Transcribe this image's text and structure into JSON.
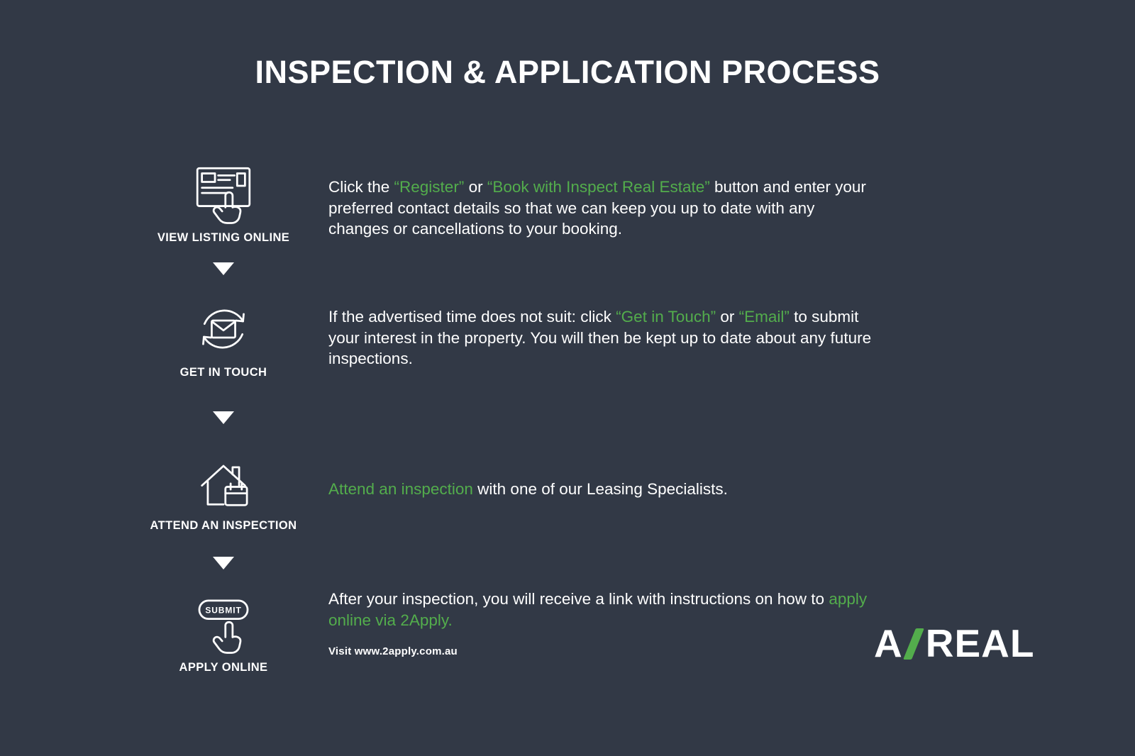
{
  "page": {
    "title": "INSPECTION & APPLICATION PROCESS",
    "background_color": "#323946",
    "accent_green": "#53AD4C",
    "text_color": "#FFFFFF"
  },
  "steps": [
    {
      "label": "VIEW LISTING ONLINE",
      "icon": "listing-online-cursor-icon",
      "segments": [
        {
          "text": "Click the "
        },
        {
          "text": "“Register”",
          "green": true
        },
        {
          "text": " or "
        },
        {
          "text": "“Book with Inspect Real Estate”",
          "green": true
        },
        {
          "text": " button and enter your preferred contact details so that we can keep you up to date with any changes or cancellations to your booking."
        }
      ]
    },
    {
      "label": "GET IN TOUCH",
      "icon": "email-refresh-icon",
      "segments": [
        {
          "text": "If the advertised time does not suit: click "
        },
        {
          "text": "“Get in Touch”",
          "green": true
        },
        {
          "text": " or "
        },
        {
          "text": "“Email”",
          "green": true
        },
        {
          "text": " to submit your interest in the property. You will then be kept up to date about any future inspections."
        }
      ]
    },
    {
      "label": "ATTEND AN INSPECTION",
      "icon": "house-calendar-icon",
      "segments": [
        {
          "text": "Attend an inspection",
          "green": true
        },
        {
          "text": " with one of our Leasing Specialists."
        }
      ]
    },
    {
      "label": "APPLY ONLINE",
      "icon": "submit-button-cursor-icon",
      "icon_text": "SUBMIT",
      "segments": [
        {
          "text": "After your inspection, you will receive a link with instructions on how to "
        },
        {
          "text": "apply online via 2Apply.",
          "green": true
        }
      ],
      "note": "Visit www.2apply.com.au"
    }
  ],
  "logo": {
    "prefix": "A",
    "slash": "/",
    "suffix": "REAL"
  }
}
